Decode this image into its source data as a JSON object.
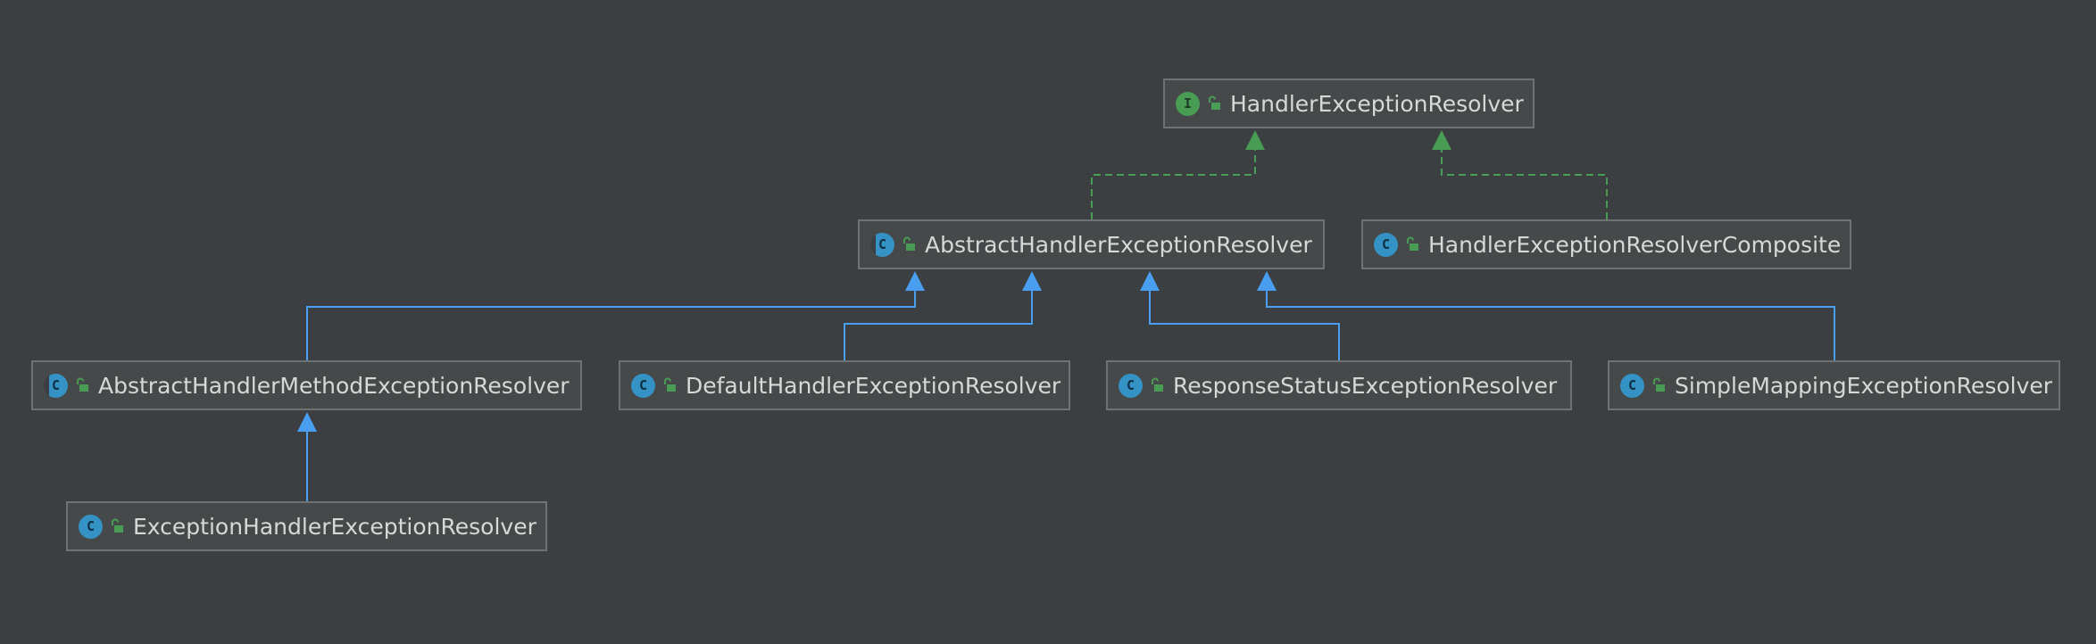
{
  "colors": {
    "background": "#3c3f41",
    "node_fill": "#45494a",
    "node_border": "#6f7274",
    "text": "#d8d8d8",
    "implements_edge": "#499c54",
    "extends_edge": "#4a9ef0",
    "interface_badge": "#499c54",
    "class_badge": "#3592c4"
  },
  "nodes": [
    {
      "id": "handler-exception-resolver",
      "label": "HandlerExceptionResolver",
      "kind": "interface",
      "badge": "I"
    },
    {
      "id": "abstract-handler-exception-resolver",
      "label": "AbstractHandlerExceptionResolver",
      "kind": "abstract",
      "badge": "C"
    },
    {
      "id": "handler-exception-resolver-composite",
      "label": "HandlerExceptionResolverComposite",
      "kind": "class",
      "badge": "C"
    },
    {
      "id": "abstract-handler-method-exception-resolver",
      "label": "AbstractHandlerMethodExceptionResolver",
      "kind": "abstract",
      "badge": "C"
    },
    {
      "id": "default-handler-exception-resolver",
      "label": "DefaultHandlerExceptionResolver",
      "kind": "class",
      "badge": "C"
    },
    {
      "id": "response-status-exception-resolver",
      "label": "ResponseStatusExceptionResolver",
      "kind": "class",
      "badge": "C"
    },
    {
      "id": "simple-mapping-exception-resolver",
      "label": "SimpleMappingExceptionResolver",
      "kind": "class",
      "badge": "C"
    },
    {
      "id": "exception-handler-exception-resolver",
      "label": "ExceptionHandlerExceptionResolver",
      "kind": "class",
      "badge": "C"
    }
  ],
  "edges": [
    {
      "from": "abstract-handler-exception-resolver",
      "to": "handler-exception-resolver",
      "relation": "implements"
    },
    {
      "from": "handler-exception-resolver-composite",
      "to": "handler-exception-resolver",
      "relation": "implements"
    },
    {
      "from": "abstract-handler-method-exception-resolver",
      "to": "abstract-handler-exception-resolver",
      "relation": "extends"
    },
    {
      "from": "default-handler-exception-resolver",
      "to": "abstract-handler-exception-resolver",
      "relation": "extends"
    },
    {
      "from": "response-status-exception-resolver",
      "to": "abstract-handler-exception-resolver",
      "relation": "extends"
    },
    {
      "from": "simple-mapping-exception-resolver",
      "to": "abstract-handler-exception-resolver",
      "relation": "extends"
    },
    {
      "from": "exception-handler-exception-resolver",
      "to": "abstract-handler-method-exception-resolver",
      "relation": "extends"
    }
  ]
}
